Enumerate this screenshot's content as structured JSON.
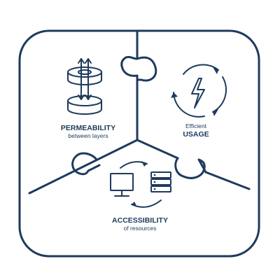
{
  "segments": {
    "permeability": {
      "title": "PERMEABILITY",
      "subtitle": "between layers"
    },
    "usage": {
      "title": "USAGE",
      "subtitle": "Efficient"
    },
    "accessibility": {
      "title": "ACCESSIBILITY",
      "subtitle": "of resources"
    }
  },
  "colors": {
    "stroke": "#1e3a5c",
    "background": "#ffffff"
  }
}
